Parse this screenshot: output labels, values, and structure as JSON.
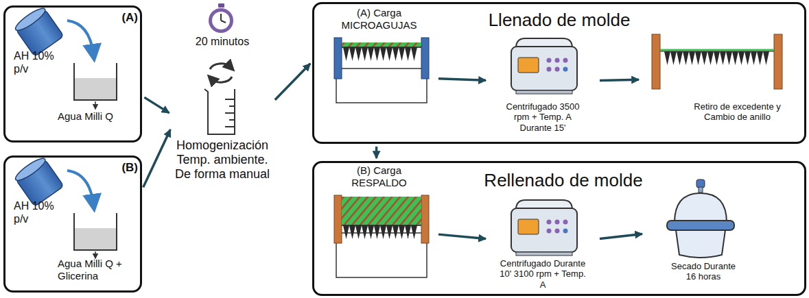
{
  "diagram": {
    "nodes": [
      {
        "text": [
          "(A)",
          "AH 10% p/v",
          "Agua Milli Q"
        ]
      },
      {
        "text": [
          "(B)",
          "AH 10% p/v",
          "Agua Milli Q + Glicerina"
        ]
      },
      {
        "text": [
          "20 minutos",
          "Homogenización Temp. ambiente. De forma manual"
        ]
      },
      {
        "text": [
          "Llenado de molde"
        ]
      },
      {
        "text": [
          "(A) Carga MICROAGUJAS"
        ],
        "in": 3
      },
      {
        "text": [
          "Centrifugado 3500 rpm + Temp. A Durante 15'"
        ],
        "in": 3
      },
      {
        "text": [
          "Retiro de excedente y Cambio de anillo"
        ],
        "in": 3
      },
      {
        "text": [
          "Rellenado de molde"
        ]
      },
      {
        "text": [
          "(B) Carga RESPALDO"
        ],
        "in": 7
      },
      {
        "text": [
          "Centrifugado Durante 10' 3100 rpm + Temp. A"
        ],
        "in": 7
      },
      {
        "text": [
          "Secado Durante 16 horas"
        ],
        "in": 7
      }
    ],
    "edges": [
      {
        "from": 0,
        "to": 2,
        "arrow": "to"
      },
      {
        "from": 1,
        "to": 2,
        "arrow": "to"
      },
      {
        "from": 2,
        "to": 3,
        "arrow": "to"
      },
      {
        "from": 3,
        "to": 7,
        "arrow": "to"
      },
      {
        "from": 4,
        "to": 5,
        "arrow": "to"
      },
      {
        "from": 5,
        "to": 6,
        "arrow": "to"
      },
      {
        "from": 8,
        "to": 9,
        "arrow": "to"
      },
      {
        "from": 9,
        "to": 10,
        "arrow": "to"
      }
    ]
  }
}
